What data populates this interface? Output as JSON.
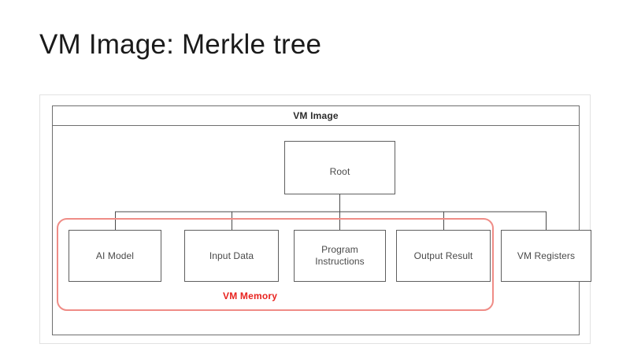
{
  "slide": {
    "title": "VM Image: Merkle tree"
  },
  "diagram": {
    "container_title": "VM Image",
    "root": {
      "label": "Root"
    },
    "leaves": [
      {
        "id": "ai-model",
        "label": "AI Model"
      },
      {
        "id": "input-data",
        "label": "Input Data"
      },
      {
        "id": "program",
        "label_line1": "Program",
        "label_line2": "Instructions"
      },
      {
        "id": "output",
        "label": "Output Result"
      },
      {
        "id": "vm-registers",
        "label": "VM Registers"
      }
    ],
    "group_annotation": {
      "label": "VM Memory",
      "color": "#e8231f",
      "outline_color": "#ef8c86",
      "encloses": [
        "AI Model",
        "Input Data",
        "Program Instructions",
        "Output Result"
      ]
    },
    "colors": {
      "node_border": "#5f5f5f",
      "container_border": "#6e6e6e",
      "frame_border": "#e2e2e2",
      "node_text": "#4a4a4a",
      "connector": "#4a4a4a",
      "background": "#ffffff"
    }
  }
}
